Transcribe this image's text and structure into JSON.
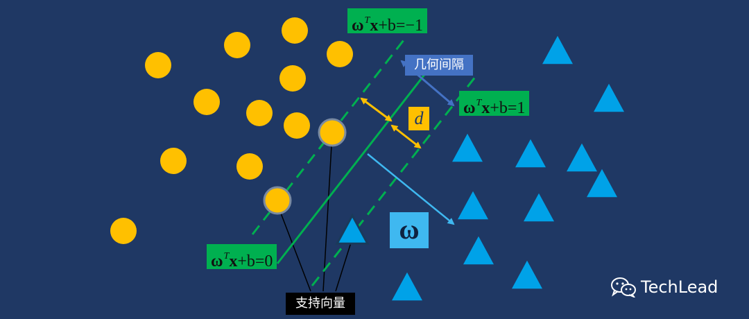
{
  "equations": {
    "minus_one": {
      "omega": "ω",
      "sup": "T",
      "x": "x",
      "rest": "+b=−1"
    },
    "plus_one": {
      "omega": "ω",
      "sup": "T",
      "x": "x",
      "rest": "+b=1"
    },
    "zero": {
      "omega": "ω",
      "sup": "T",
      "x": "x",
      "rest": "+b=0"
    }
  },
  "labels": {
    "geometric_margin": "几何间隔",
    "distance": "d",
    "normal_vector": "ω",
    "support_vectors": "支持向量"
  },
  "watermark": {
    "icon": "wechat-icon",
    "text": "TechLead"
  },
  "colors": {
    "background": "#1f3864",
    "class_circle": "#ffc000",
    "class_triangle": "#00a2e8",
    "hyperplane": "#00b050",
    "geometric_arrow": "#4472c4",
    "distance_arrow": "#ffc000",
    "normal_arrow": "#3fb8f0"
  }
}
